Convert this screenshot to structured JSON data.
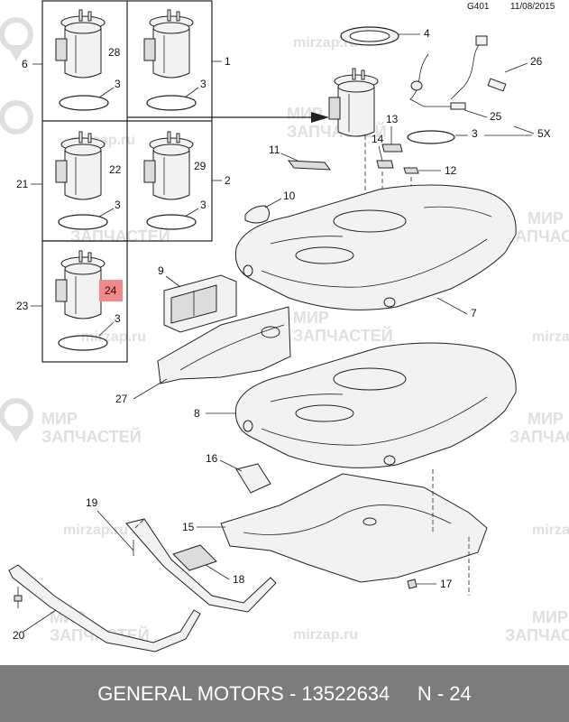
{
  "header": {
    "code": "G401",
    "date": "11/08/2015"
  },
  "watermark": {
    "cyrillic_line1": "МИР",
    "cyrillic_line2": "ЗАПЧАСТЕЙ",
    "latin": "mirzap.ru"
  },
  "callouts": {
    "c1": "1",
    "c2": "2",
    "c3": "3",
    "c4": "4",
    "c5x": "5X",
    "c6": "6",
    "c7": "7",
    "c8": "8",
    "c9": "9",
    "c10": "10",
    "c11": "11",
    "c12": "12",
    "c13": "13",
    "c14": "14",
    "c15": "15",
    "c16": "16",
    "c17": "17",
    "c18": "18",
    "c19": "19",
    "c20": "20",
    "c21": "21",
    "c22": "22",
    "c23": "23",
    "c24": "24",
    "c25": "25",
    "c26": "26",
    "c27": "27",
    "c28": "28",
    "c29": "29"
  },
  "highlight": {
    "label": "24",
    "color": "#f08a8a"
  },
  "footer": {
    "text": "GENERAL MOTORS - 13522634     N - 24"
  }
}
